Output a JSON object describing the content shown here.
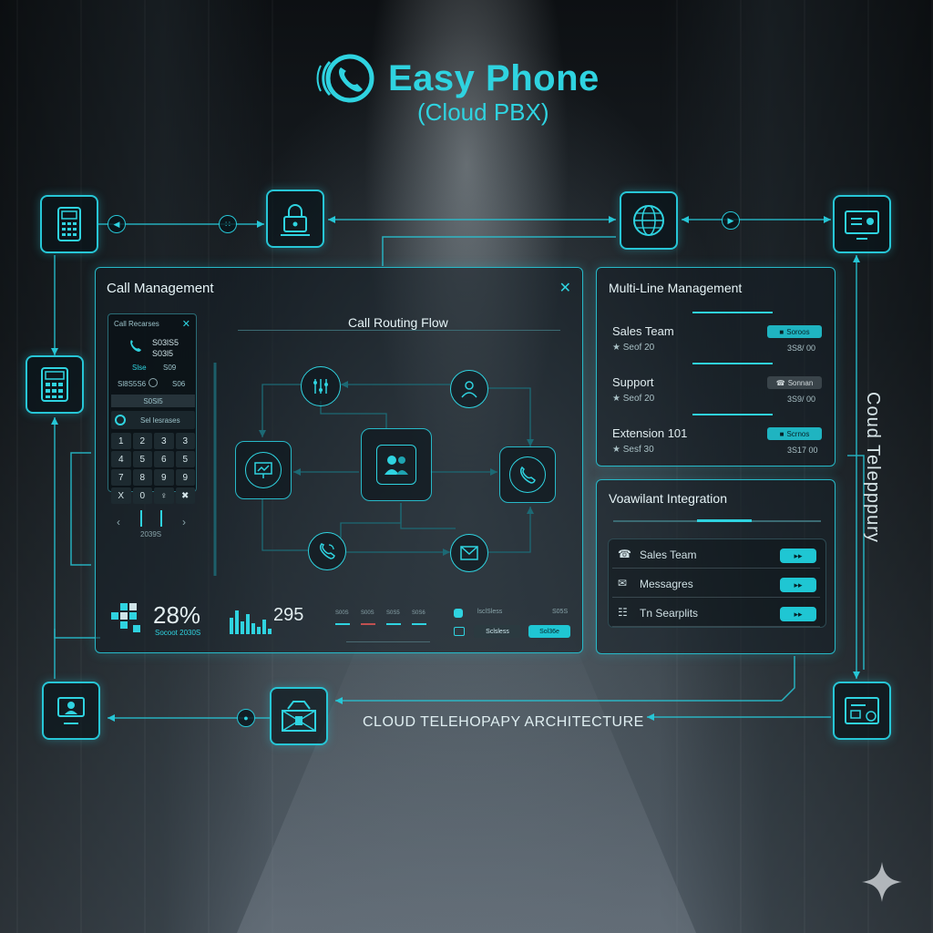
{
  "brand": {
    "title": "Easy Phone",
    "subtitle": "(Cloud PBX)",
    "accent_color": "#2fd3e0"
  },
  "top_nodes": [
    {
      "icon": "device-icon"
    },
    {
      "icon": "lock-icon"
    },
    {
      "icon": "globe-icon"
    },
    {
      "icon": "monitor-icon"
    }
  ],
  "side_nodes": [
    {
      "icon": "calculator-icon"
    },
    {
      "icon": "operator-icon"
    },
    {
      "icon": "network-switch-icon"
    },
    {
      "icon": "server-card-icon"
    }
  ],
  "call_management": {
    "title": "Call Management",
    "phone": {
      "header": "Call Recarses",
      "number_line_1": "S03lS5",
      "number_line_2": "S03l5",
      "label_a": "Slse",
      "label_b": "S09",
      "tab_a": "Sl8S5S6",
      "tab_b": "S06",
      "banner": "S0Sl5",
      "action": "Sel lesrases",
      "keys": [
        "1",
        "2",
        "3",
        "3",
        "4",
        "5",
        "6",
        "5",
        "7",
        "8",
        "9",
        "9",
        "X",
        "0",
        "♀",
        "✖"
      ],
      "footer": "2039S"
    },
    "flow_title": "Call Routing Flow",
    "stats": {
      "percent": "28%",
      "percent_label": "Socoot 2030S",
      "count": "295",
      "bar_labels": [
        "S00S",
        "S00S",
        "S0S5",
        "S0S6"
      ],
      "list_a_label": "lsclSless",
      "list_a_value": "S05S",
      "button_a": "Sclsless",
      "button_b": "Sol36e"
    }
  },
  "multi_line": {
    "title": "Multi-Line Management",
    "rows": [
      {
        "name": "Sales Team",
        "meta": "★ Seof 20",
        "status": "Soroos",
        "status_on": true,
        "time": "3S8/ 00"
      },
      {
        "name": "Support",
        "meta": "★ Seof 20",
        "status": "Sonnan",
        "status_on": false,
        "time": "3S9/ 00"
      },
      {
        "name": "Extension 101",
        "meta": "★ Sesf 30",
        "status": "Scrnos",
        "status_on": true,
        "time": "3S17 00"
      }
    ]
  },
  "integration": {
    "title": "Voawilant Integration",
    "rows": [
      {
        "icon": "phone-icon",
        "label": "Sales Team"
      },
      {
        "icon": "message-icon",
        "label": "Messagres"
      },
      {
        "icon": "template-icon",
        "label": "Tn Searplits"
      }
    ]
  },
  "vertical_label": "Coud Telepppury",
  "footer_title": "CLOUD TELEHOPAPY ARCHITECTURE"
}
